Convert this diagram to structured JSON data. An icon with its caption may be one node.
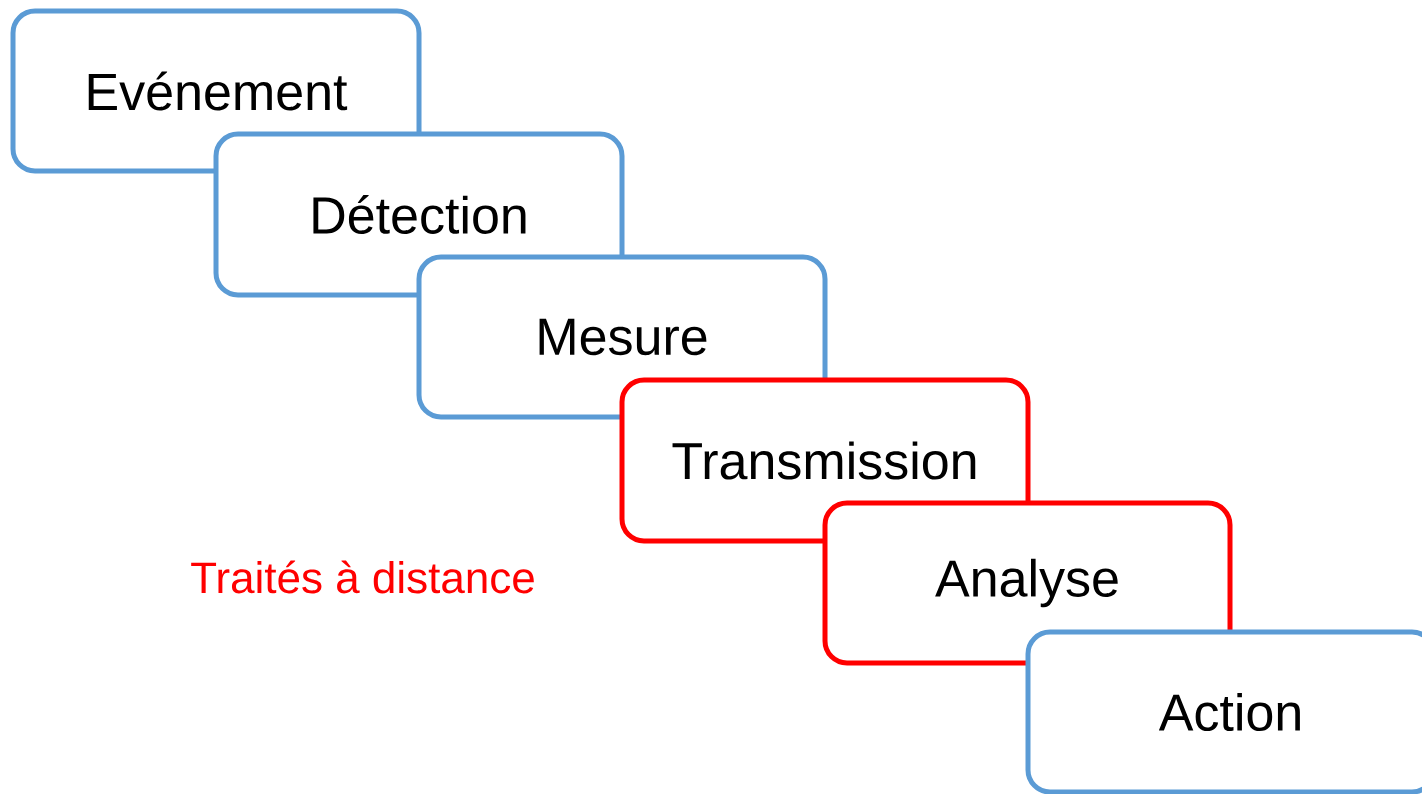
{
  "diagram": {
    "nodes": [
      {
        "text": [
          "Evénement"
        ]
      },
      {
        "text": [
          "Détection"
        ]
      },
      {
        "text": [
          "Mesure"
        ]
      },
      {
        "text": [
          "Transmission"
        ]
      },
      {
        "text": [
          "Analyse"
        ]
      },
      {
        "text": [
          "Action"
        ]
      }
    ],
    "labels": [
      "Traités à distance"
    ]
  }
}
